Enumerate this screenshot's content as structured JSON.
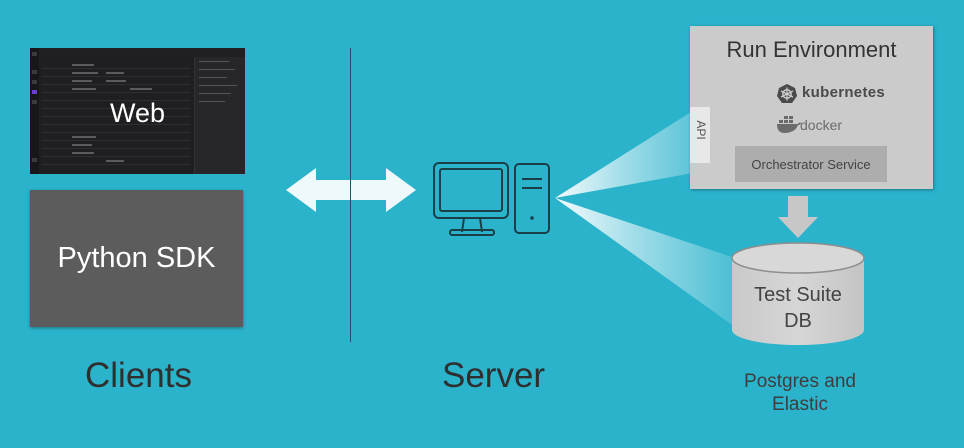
{
  "clients": {
    "web_label": "Web",
    "sdk_label": "Python SDK",
    "section_label": "Clients"
  },
  "server": {
    "section_label": "Server"
  },
  "run_environment": {
    "title": "Run Environment",
    "kubernetes_label": "kubernetes",
    "docker_label": "docker",
    "orchestrator_label": "Orchestrator Service",
    "api_label": "API"
  },
  "database": {
    "line1": "Test Suite",
    "line2": "DB",
    "caption_line1": "Postgres and",
    "caption_line2": "Elastic"
  },
  "colors": {
    "background": "#2bb3cc",
    "box_dark": "#5c5c5c",
    "run_env": "#cbcbcb",
    "orchestrator": "#adadad",
    "db": "#cbcbcb",
    "icon_stroke": "#1a3f47"
  },
  "icons": [
    "monitor-icon",
    "tower-icon",
    "kubernetes-icon",
    "docker-icon",
    "bidirectional-arrow-icon",
    "down-arrow-icon"
  ]
}
